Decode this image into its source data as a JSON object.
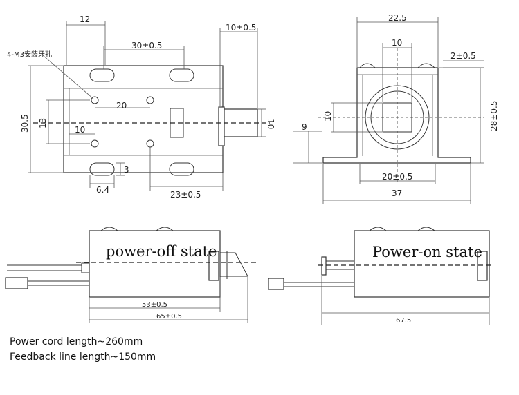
{
  "top_left_view": {
    "hole_label": "4-M3安装牙孔",
    "dims": {
      "d12": "12",
      "d30": "30±0.5",
      "d10": "10±0.5",
      "d20": "20",
      "d10b": "10",
      "d30_5": "30.5",
      "d13": "13",
      "d3": "3",
      "d6_4": "6.4",
      "d23": "23±0.5",
      "plunger10": "10"
    }
  },
  "top_right_view": {
    "dims": {
      "d22_5": "22.5",
      "d10": "10",
      "d2": "2±0.5",
      "d28": "28±0.5",
      "d9": "9",
      "d10v": "10",
      "d20": "20±0.5",
      "d37": "37"
    }
  },
  "bottom_left_view": {
    "state_label": "power-off state",
    "dims": {
      "d53": "53±0.5",
      "d65": "65±0.5"
    }
  },
  "bottom_right_view": {
    "state_label": "Power-on state",
    "dims": {
      "d67_5": "67.5"
    }
  },
  "notes": {
    "power_cord": "Power cord length~260mm",
    "feedback_line": "Feedback line length~150mm"
  }
}
